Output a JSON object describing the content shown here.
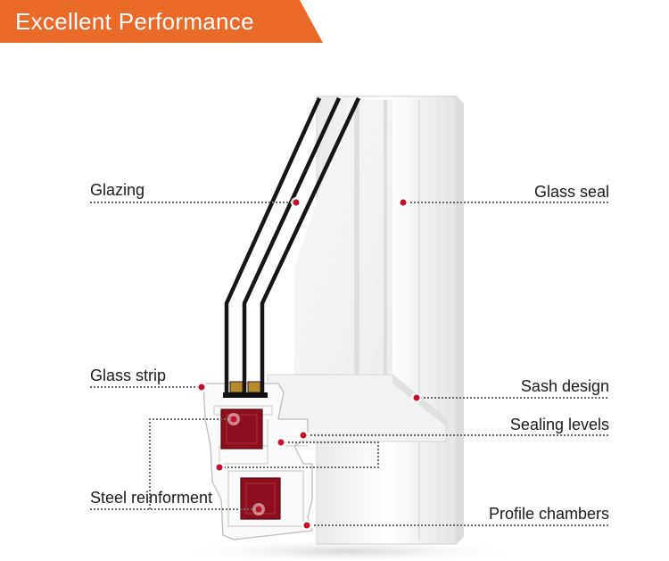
{
  "header": {
    "title": "Excellent Performance"
  },
  "labels": {
    "glazing": "Glazing",
    "glass_strip": "Glass strip",
    "steel_reinforcement": "Steel reinforment",
    "glass_seal": "Glass seal",
    "sash_design": "Sash design",
    "sealing_levels": "Sealing levels",
    "profile_chambers": "Profile chambers"
  },
  "colors": {
    "banner": "#ea6a2a",
    "marker": "#c4102a",
    "steel": "#8c0f1e",
    "leader": "#6a6a6a",
    "glass_line": "#151515"
  }
}
